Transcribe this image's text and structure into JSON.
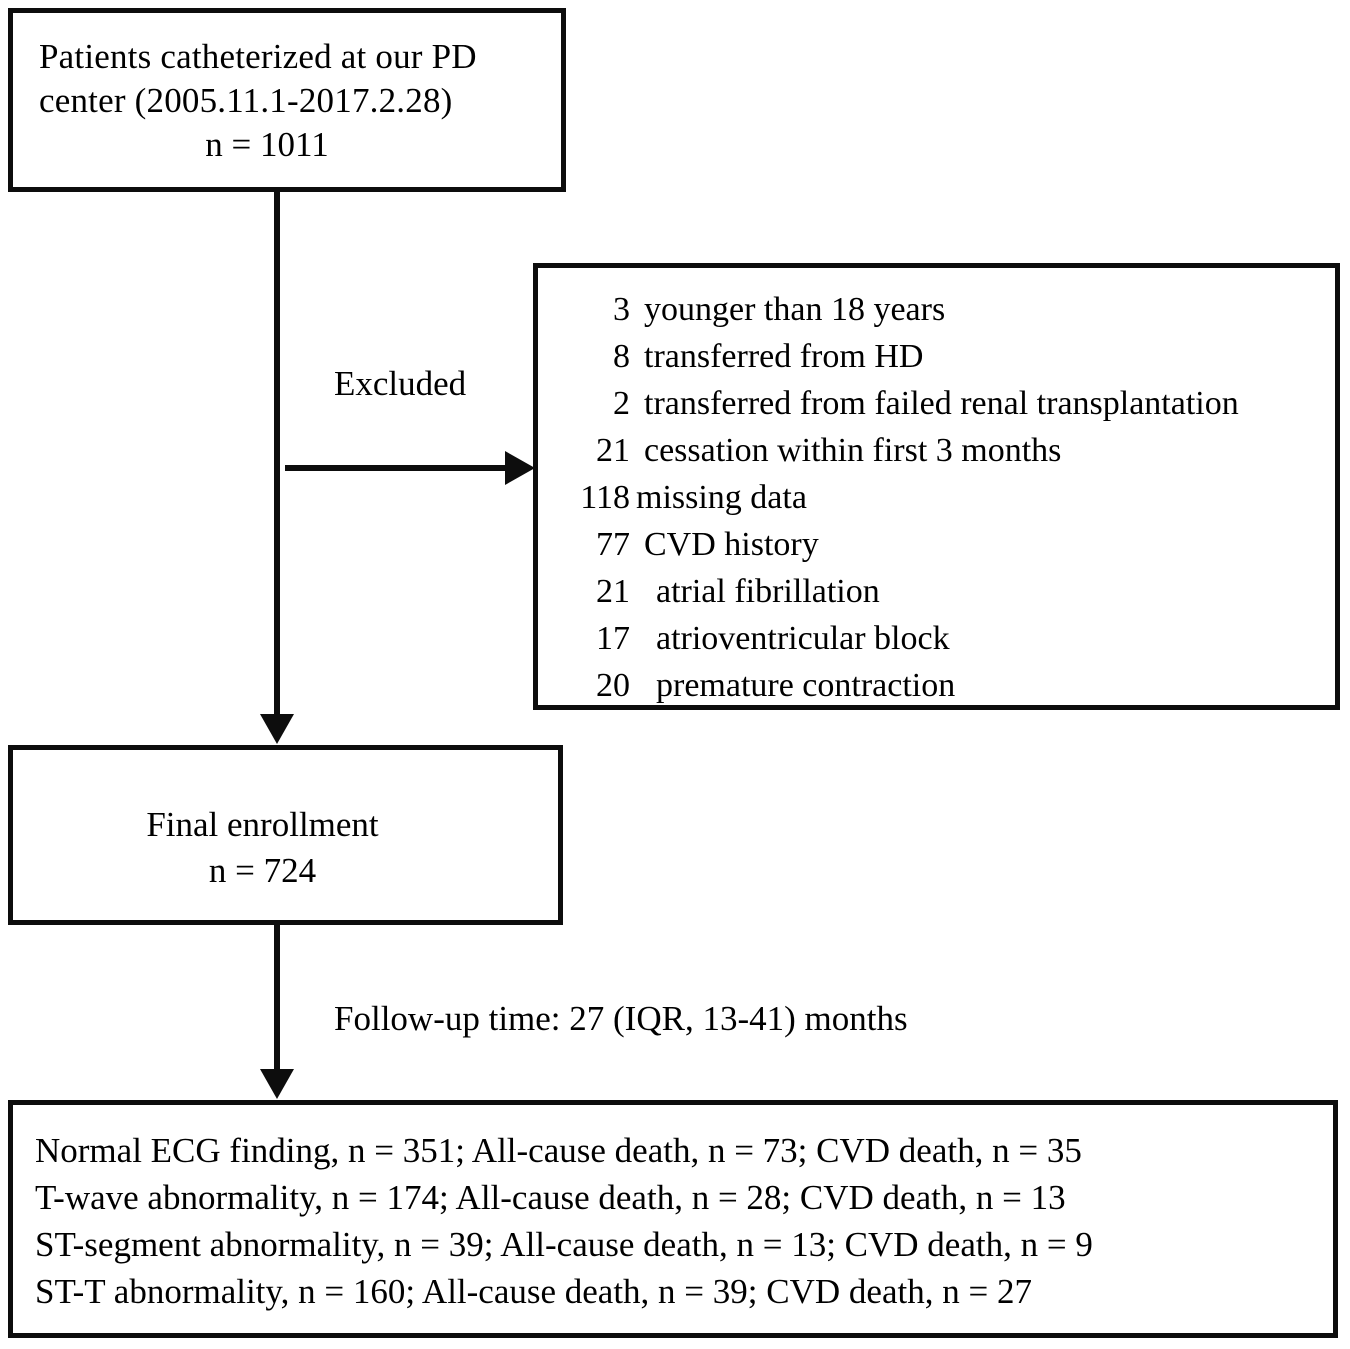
{
  "source_box": {
    "line1": "Patients catheterized at our PD",
    "line2": "center  (2005.11.1-2017.2.28)",
    "line3": "n = 1011",
    "n": 1011,
    "period_start": "2005.11.1",
    "period_end": "2017.2.28"
  },
  "excluded_label": "Excluded",
  "exclusions": [
    {
      "count": "3",
      "reason": "younger than 18 years"
    },
    {
      "count": "8",
      "reason": "transferred from HD"
    },
    {
      "count": "2",
      "reason": "transferred from failed renal transplantation"
    },
    {
      "count": "21",
      "reason": "cessation within first 3 months"
    },
    {
      "count": "118",
      "reason": "missing data"
    },
    {
      "count": "77",
      "reason": "CVD history"
    },
    {
      "count": "21",
      "reason": "atrial fibrillation"
    },
    {
      "count": "17",
      "reason": "atrioventricular block"
    },
    {
      "count": "20",
      "reason": "premature contraction"
    }
  ],
  "enrollment_box": {
    "line1": "Final enrollment",
    "line2": "n = 724",
    "n": 724
  },
  "followup_note": {
    "text": "Follow-up time: 27 (IQR, 13-41) months",
    "median_months": 27,
    "iqr_low": 13,
    "iqr_high": 41
  },
  "outcomes": [
    {
      "line": "Normal ECG finding, n = 351; All-cause death, n = 73; CVD death, n = 35",
      "group": "Normal ECG finding",
      "n": 351,
      "all_cause_death": 73,
      "cvd_death": 35
    },
    {
      "line": "T-wave abnormality, n = 174; All-cause death, n = 28; CVD death, n = 13",
      "group": "T-wave abnormality",
      "n": 174,
      "all_cause_death": 28,
      "cvd_death": 13
    },
    {
      "line": "ST-segment abnormality, n = 39; All-cause death, n = 13; CVD death, n = 9",
      "group": "ST-segment abnormality",
      "n": 39,
      "all_cause_death": 13,
      "cvd_death": 9
    },
    {
      "line": "ST-T abnormality, n = 160; All-cause death, n = 39; CVD death, n = 27",
      "group": "ST-T abnormality",
      "n": 160,
      "all_cause_death": 39,
      "cvd_death": 27
    }
  ],
  "colors": {
    "stroke": "#0d0d0d",
    "background": "#ffffff",
    "text": "#000000"
  }
}
